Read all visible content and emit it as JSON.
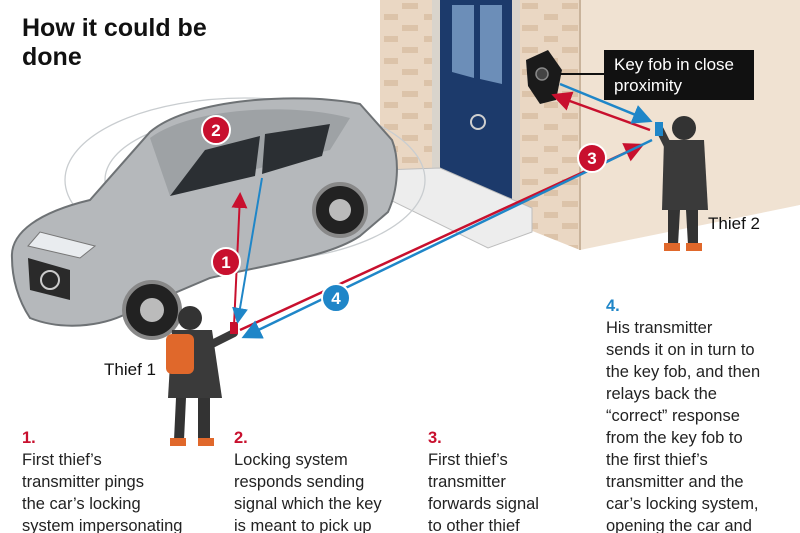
{
  "title": "How it could be done",
  "callout": "Key fob in close proximity",
  "labels": {
    "thief1": "Thief 1",
    "thief2": "Thief 2"
  },
  "steps": [
    {
      "number": "1.",
      "text": "First thief’s\ntransmitter pings\nthe car’s locking\nsystem impersonating\nthe key",
      "color": "#c8102e"
    },
    {
      "number": "2.",
      "text": "Locking system\nresponds sending\nsignal which the key\nis meant to pick up\nand respond to",
      "color": "#c8102e"
    },
    {
      "number": "3.",
      "text": "First thief’s\ntransmitter\nforwards signal\nto other thief\nnear house",
      "color": "#c8102e"
    },
    {
      "number": "4.",
      "text": "His transmitter\nsends it on in turn to\nthe key fob, and then\nrelays back the\n“correct” response\nfrom the key fob to\nthe first thief’s\ntransmitter and the\ncar’s locking system,\nopening the car and\nstarting ignition",
      "color": "#1f86c8"
    }
  ],
  "badges": [
    "1",
    "2",
    "3",
    "4"
  ],
  "colors": {
    "red": "#c8102e",
    "blue": "#1f86c8",
    "car": "#b5b8bb",
    "wall": "#ead7c3",
    "door": "#1c3a6b"
  }
}
